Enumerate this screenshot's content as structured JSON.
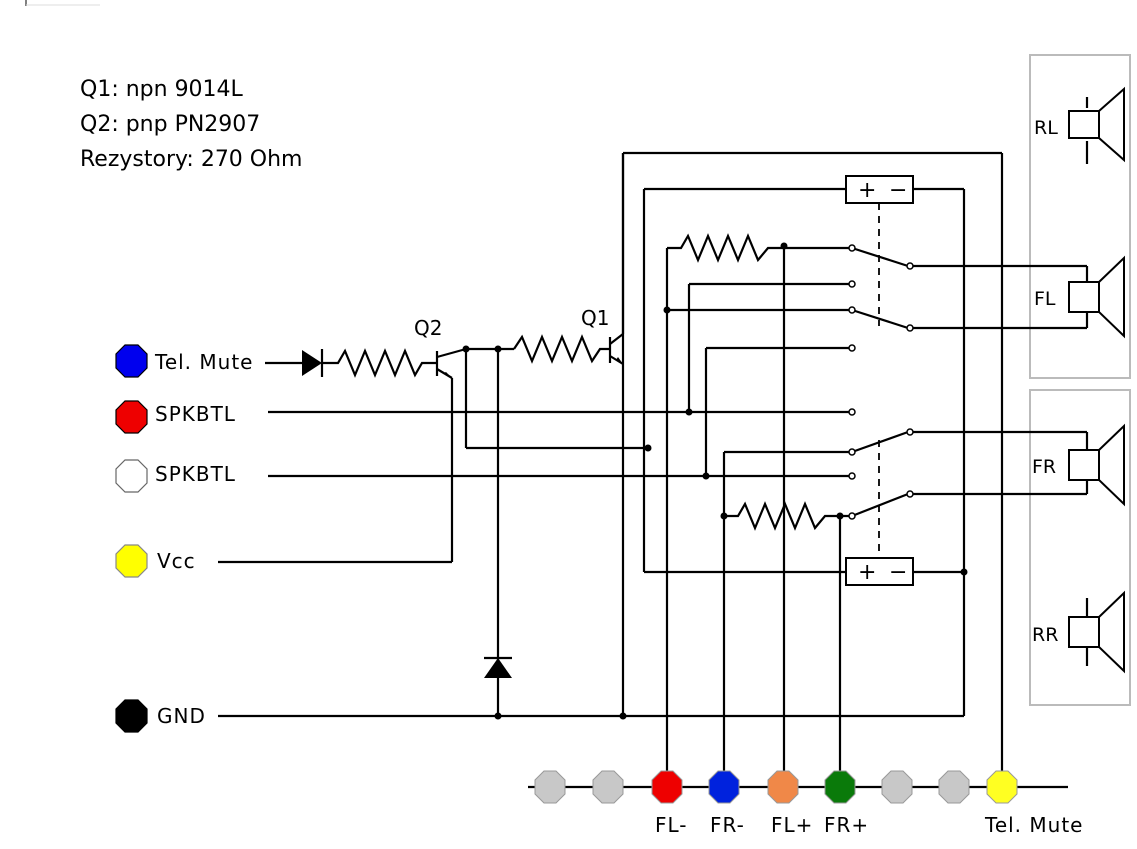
{
  "notes": {
    "q1": "Q1: npn 9014L",
    "q2": "Q2: pnp PN2907",
    "resistors": "Rezystory: 270 Ohm"
  },
  "transistors": {
    "q1": "Q1",
    "q2": "Q2"
  },
  "inputs": [
    {
      "label": "Tel. Mute",
      "color": "#0000ee"
    },
    {
      "label": "SPKBTL",
      "color": "#ee0000"
    },
    {
      "label": "SPKBTL",
      "color": "#ffffff"
    },
    {
      "label": "Vcc",
      "color": "#ffff00"
    },
    {
      "label": "GND",
      "color": "#000000"
    }
  ],
  "speakers": [
    {
      "label": "RL"
    },
    {
      "label": "FL"
    },
    {
      "label": "FR"
    },
    {
      "label": "RR"
    }
  ],
  "connector_pins": [
    {
      "color": "#c8c8c8",
      "label": ""
    },
    {
      "color": "#c8c8c8",
      "label": ""
    },
    {
      "color": "#ee0000",
      "label": "FL-"
    },
    {
      "color": "#0022dd",
      "label": "FR-"
    },
    {
      "color": "#f08848",
      "label": "FL+"
    },
    {
      "color": "#0a7a0a",
      "label": "FR+"
    },
    {
      "color": "#c8c8c8",
      "label": ""
    },
    {
      "color": "#c8c8c8",
      "label": ""
    },
    {
      "color": "#ffff22",
      "label": "Tel. Mute"
    }
  ],
  "relay_coil": {
    "plus": "+",
    "minus": "−"
  }
}
